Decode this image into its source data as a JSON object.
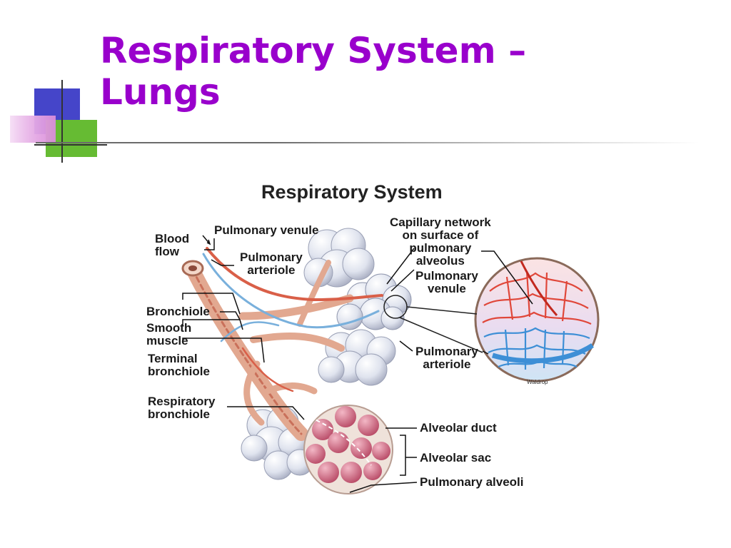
{
  "slide": {
    "title_line1": "Respiratory System –",
    "title_line2": "Lungs"
  },
  "figure": {
    "title": "Respiratory System",
    "credit": "Waldrop",
    "labels": {
      "blood_flow_1": "Blood",
      "blood_flow_2": "flow",
      "pulmonary_venule_top": "Pulmonary venule",
      "pulmonary_arteriole_top_1": "Pulmonary",
      "pulmonary_arteriole_top_2": "arteriole",
      "bronchiole": "Bronchiole",
      "smooth_muscle_1": "Smooth",
      "smooth_muscle_2": "muscle",
      "terminal_bronchiole_1": "Terminal",
      "terminal_bronchiole_2": "bronchiole",
      "respiratory_bronchiole_1": "Respiratory",
      "respiratory_bronchiole_2": "bronchiole",
      "capillary_network_1": "Capillary network",
      "capillary_network_2": "on surface of",
      "capillary_network_3": "pulmonary",
      "capillary_network_4": "alveolus",
      "pulmonary_venule_right_1": "Pulmonary",
      "pulmonary_venule_right_2": "venule",
      "pulmonary_arteriole_right_1": "Pulmonary",
      "pulmonary_arteriole_right_2": "arteriole",
      "alveolar_duct": "Alveolar duct",
      "alveolar_sac": "Alveolar sac",
      "pulmonary_alveoli": "Pulmonary alveoli"
    }
  },
  "colors": {
    "title": "#9900cc",
    "deco_blue": "#4040c8",
    "deco_green": "#66bb33",
    "deco_pink": "#d98ad9",
    "artery": "#d96a4a",
    "vein": "#6aa8d8",
    "alveolus": "#c94f6d"
  }
}
